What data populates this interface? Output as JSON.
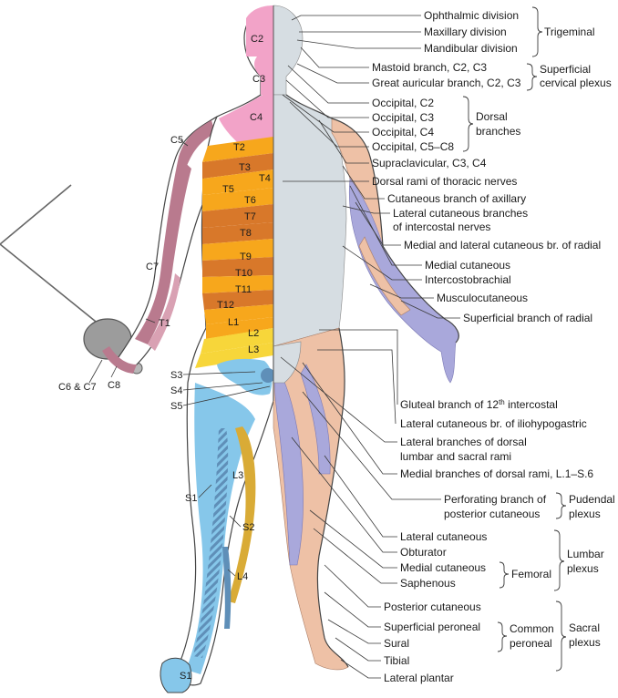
{
  "colors": {
    "pink": "#f2a3c8",
    "mauve": "#b97a8e",
    "orange": "#f7a71c",
    "dark_orange": "#d8782a",
    "yellow": "#f7d63a",
    "light_blue": "#86c7ea",
    "mid_blue": "#5f8fb8",
    "olive_yellow": "#d9ab36",
    "gray": "#d6dde2",
    "peach": "#eec1a6",
    "lavender": "#a9a8db"
  },
  "dermatomes": {
    "C2": "C2",
    "C3": "C3",
    "C4": "C4",
    "C5": "C5",
    "C7": "C7",
    "T1": "T1",
    "C6C7": "C6 & C7",
    "C8": "C8",
    "T2": "T2",
    "T3": "T3",
    "T4": "T4",
    "T5": "T5",
    "T6": "T6",
    "T7": "T7",
    "T8": "T8",
    "T9": "T9",
    "T10": "T10",
    "T11": "T11",
    "T12": "T12",
    "L1": "L1",
    "L2": "L2",
    "L3": "L3",
    "L3b": "L3",
    "S3": "S3",
    "S4": "S4",
    "S5": "S5",
    "S1": "S1",
    "S2": "S2",
    "L4": "L4",
    "S1b": "S1"
  },
  "nerves": [
    "Ophthalmic division",
    "Maxillary division",
    "Mandibular division",
    "Mastoid branch, C2, C3",
    "Great auricular branch, C2, C3",
    "Occipital, C2",
    "Occipital, C3",
    "Occipital, C4",
    "Occipital, C5–C8",
    "Supraclavicular, C3, C4",
    "Dorsal rami of thoracic nerves",
    "Cutaneous branch of axillary",
    "Lateral cutaneous branches",
    "of intercostal nerves",
    "Medial and lateral cutaneous br. of radial",
    "Medial cutaneous",
    "Intercostobrachial",
    "Musculocutaneous",
    "Superficial branch of radial",
    "Gluteal branch of 12",
    "th",
    " intercostal",
    "Lateral cutaneous br. of iliohypogastric",
    "Lateral branches of dorsal",
    "lumbar and sacral rami",
    "Medial branches of dorsal rami, L.1–S.6",
    "Perforating branch of",
    "posterior cutaneous",
    "Lateral cutaneous",
    "Obturator",
    "Medial cutaneous",
    "Saphenous",
    "Posterior cutaneous",
    "Superficial peroneal",
    "Sural",
    "Tibial",
    "Lateral plantar"
  ],
  "groups": {
    "trigeminal": "Trigeminal",
    "superficial_cervical_1": "Superficial",
    "superficial_cervical_2": "cervical plexus",
    "dorsal_branches_1": "Dorsal",
    "dorsal_branches_2": "branches",
    "pudendal_1": "Pudendal",
    "pudendal_2": "plexus",
    "femoral": "Femoral",
    "lumbar_1": "Lumbar",
    "lumbar_2": "plexus",
    "common_peroneal_1": "Common",
    "common_peroneal_2": "peroneal",
    "sacral_1": "Sacral",
    "sacral_2": "plexus"
  }
}
